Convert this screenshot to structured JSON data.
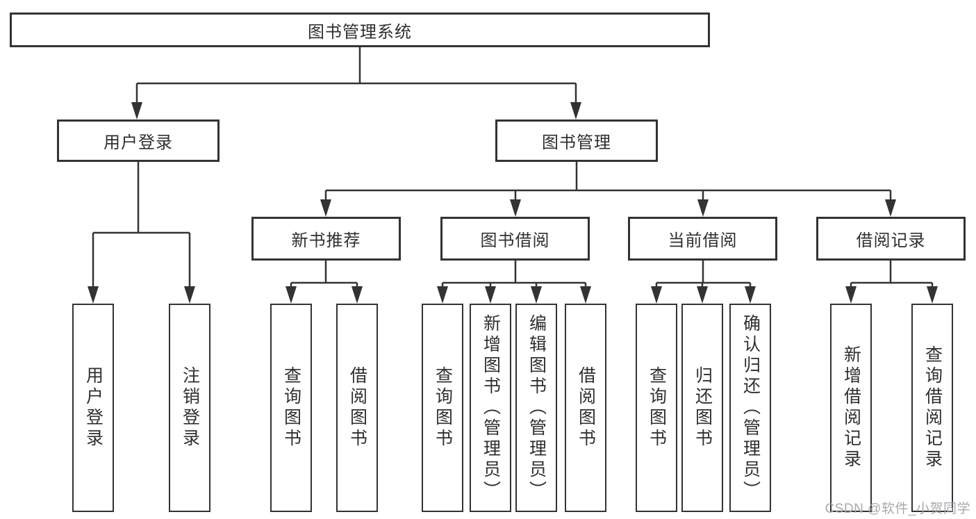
{
  "tree": {
    "root": "图书管理系统",
    "children": [
      {
        "label": "用户登录",
        "children": [
          "用户登录",
          "注销登录"
        ]
      },
      {
        "label": "图书管理",
        "children": [
          {
            "label": "新书推荐",
            "children": [
              "查询图书",
              "借阅图书"
            ]
          },
          {
            "label": "图书借阅",
            "children": [
              "查询图书",
              "新增图书（管理员）",
              "编辑图书（管理员）",
              "借阅图书"
            ]
          },
          {
            "label": "当前借阅",
            "children": [
              "查询图书",
              "归还图书",
              "确认归还（管理员）"
            ]
          },
          {
            "label": "借阅记录",
            "children": [
              "新增借阅记录",
              "查询借阅记录"
            ]
          }
        ]
      }
    ]
  },
  "watermark": {
    "text": "CSDN @软件_小贺同学"
  },
  "colors": {
    "line": "#333333",
    "box_border": "#333333",
    "text": "#2f2f2f",
    "watermark": "#a8a8b0",
    "background": "#ffffff"
  }
}
